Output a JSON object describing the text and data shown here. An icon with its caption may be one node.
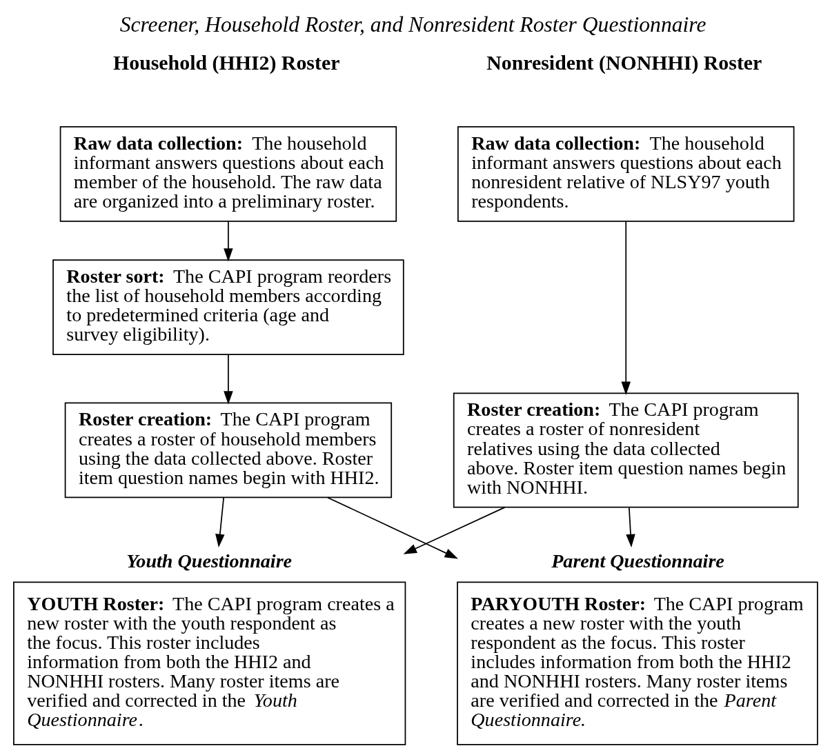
{
  "diagram": {
    "title": "Screener, Household Roster, and Nonresident Roster Questionnaire",
    "nodes": [
      {
        "text": [
          "**Raw data collection:** The household informant answers questions about each member of the household. The raw data are organized into a preliminary roster."
        ]
      },
      {
        "text": [
          "**Roster sort:** The CAPI program reorders the list of household members according to predetermined criteria (age and survey eligibility)."
        ]
      },
      {
        "text": [
          "**Roster creation:** The CAPI program creates a roster of household members using the data collected above. Roster item question names begin with HHI2."
        ]
      },
      {
        "text": [
          "**Raw data collection:** The household informant answers questions about each nonresident relative of NLSY97 youth respondents."
        ]
      },
      {
        "text": [
          "**Roster creation:** The CAPI program creates a roster of nonresident relatives using the data collected above. Roster item question names begin with NONHHI."
        ]
      },
      {
        "text": [
          "Youth Questionnaire",
          "**YOUTH Roster:** The CAPI program creates a new roster with the youth respondent as the focus. This roster includes information from both the HHI2 and NONHHI rosters. Many roster items are verified and corrected in the *Youth Questionnaire*."
        ]
      },
      {
        "text": [
          "Parent Questionnaire",
          "**PARYOUTH Roster:** The CAPI program creates a new roster with the youth respondent as the focus. This roster includes information from both the HHI2 and NONHHI rosters. Many roster items are verified and corrected in the *Parent Questionnaire.*"
        ]
      }
    ],
    "edges": [
      {
        "from": 0,
        "to": 1,
        "arrow": "to"
      },
      {
        "from": 1,
        "to": 2,
        "arrow": "to"
      },
      {
        "from": 3,
        "to": 4,
        "arrow": "to"
      },
      {
        "from": 2,
        "to": 5,
        "arrow": "to"
      },
      {
        "from": 2,
        "to": 6,
        "arrow": "to"
      },
      {
        "from": 4,
        "to": 5,
        "arrow": "to"
      },
      {
        "from": 4,
        "to": 6,
        "arrow": "to"
      }
    ],
    "labels": [
      "Household (HHI2) Roster",
      "Nonresident (NONHHI) Roster"
    ]
  }
}
